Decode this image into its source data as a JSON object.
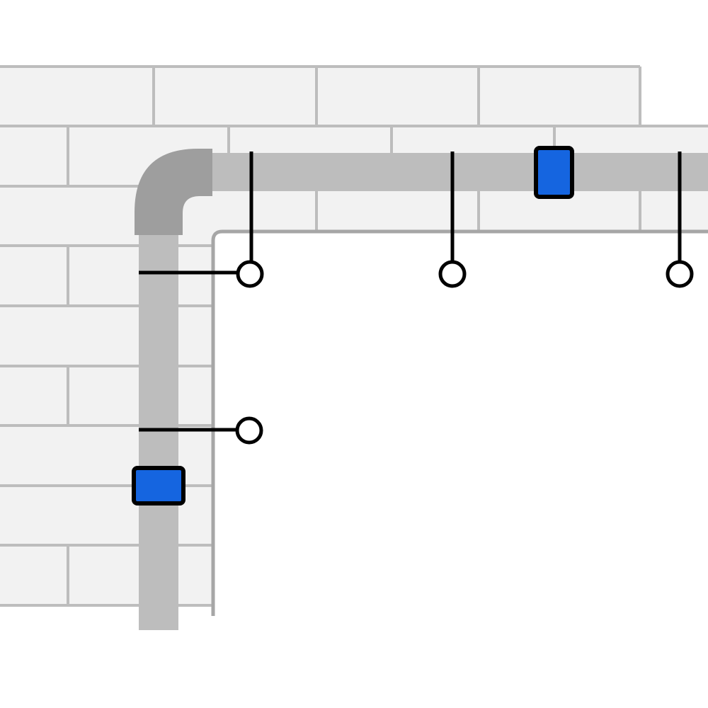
{
  "colors": {
    "background": "#ffffff",
    "brick_fill": "#f2f2f2",
    "brick_mortar": "#bdbdbd",
    "wall_edge": "#a6a6a6",
    "pipe": "#bdbdbd",
    "pipe_elbow": "#9e9e9e",
    "bracket_line": "#000000",
    "bracket_node_fill": "#ffffff",
    "clamp_fill": "#1565e0",
    "clamp_stroke": "#000000"
  },
  "components": {
    "horizontal_pipe": "pipe",
    "vertical_pipe": "pipe",
    "elbow": "pipe-elbow",
    "horizontal_brackets": 3,
    "vertical_brackets": 2,
    "clamps": 2
  }
}
